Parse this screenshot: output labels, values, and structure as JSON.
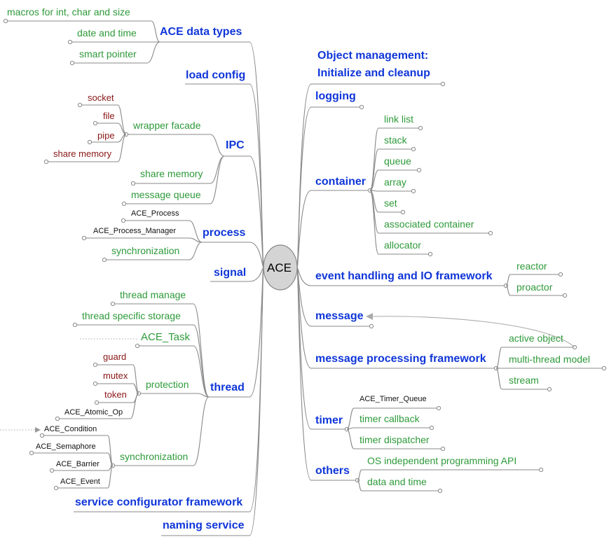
{
  "center": "ACE",
  "left": {
    "ace_data_types": {
      "label": "ACE data types",
      "children": [
        "macros for int, char and size",
        "date and time",
        "smart pointer"
      ]
    },
    "load_config": {
      "label": "load config"
    },
    "ipc": {
      "label": "IPC",
      "wrapper_facade": {
        "label": "wrapper facade",
        "children": [
          "socket",
          "file",
          "pipe",
          "share memory"
        ]
      },
      "share_memory": "share memory",
      "message_queue": "message queue"
    },
    "process": {
      "label": "process",
      "children": [
        "ACE_Process",
        "ACE_Process_Manager",
        "synchronization"
      ]
    },
    "signal": {
      "label": "signal"
    },
    "thread": {
      "label": "thread",
      "thread_manage": "thread manage",
      "thread_specific_storage": "thread specific storage",
      "ace_task": "ACE_Task",
      "protection": {
        "label": "protection",
        "children": [
          "guard",
          "mutex",
          "token",
          "ACE_Atomic_Op"
        ]
      },
      "synchronization": {
        "label": "synchronization",
        "children": [
          "ACE_Condition",
          "ACE_Semaphore",
          "ACE_Barrier",
          "ACE_Event"
        ]
      }
    },
    "service_configurator_framework": {
      "label": "service configurator framework"
    },
    "naming_service": {
      "label": "naming service"
    }
  },
  "right": {
    "object_management": {
      "line1": "Object management:",
      "line2": "Initialize and cleanup"
    },
    "logging": {
      "label": "logging"
    },
    "container": {
      "label": "container",
      "children": [
        "link list",
        "stack",
        "queue",
        "array",
        "set",
        "associated container",
        "allocator"
      ]
    },
    "event_handling": {
      "label": "event handling and IO framework",
      "children": [
        "reactor",
        "proactor"
      ]
    },
    "message": {
      "label": "message"
    },
    "message_processing": {
      "label": "message processing framework",
      "children": [
        "active object",
        "multi-thread model",
        "stream"
      ]
    },
    "timer": {
      "label": "timer",
      "children": [
        "ACE_Timer_Queue",
        "timer callback",
        "timer dispatcher"
      ]
    },
    "others": {
      "label": "others",
      "children": [
        "OS independent programming API",
        "data and time"
      ]
    }
  },
  "colors": {
    "main": "#1036d8",
    "sub": "#2e9a3a",
    "leaf": "#8a1515",
    "code": "#111111",
    "line": "#888888",
    "node_fill": "#d4d4d4"
  }
}
